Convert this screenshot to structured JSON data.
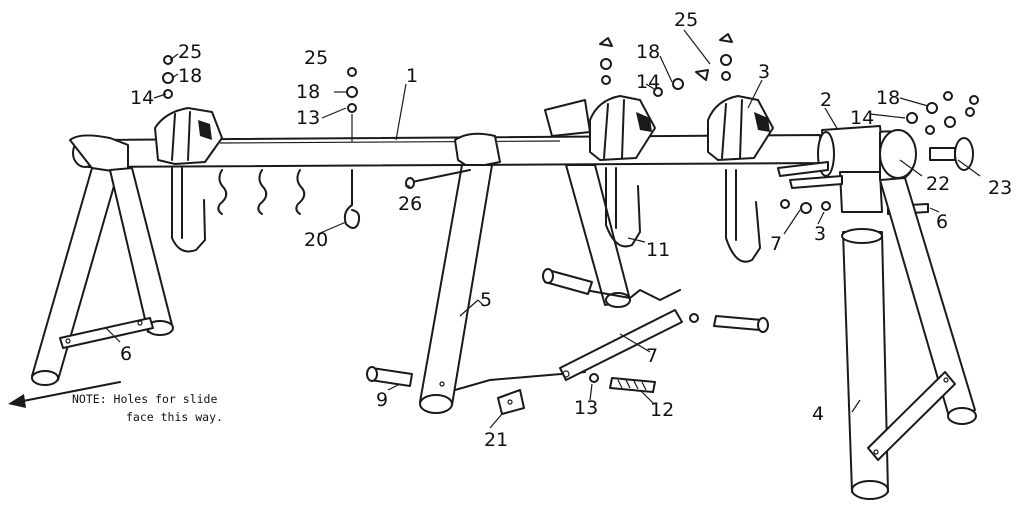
{
  "diagram": {
    "note": {
      "line1": "NOTE:  Holes for slide",
      "line2": "face this way."
    },
    "part_labels": {
      "p1": "1",
      "p2": "2",
      "p3a": "3",
      "p3b": "3",
      "p4": "4",
      "p5": "5",
      "p6a": "6",
      "p6b": "6",
      "p7a": "7",
      "p7b": "7",
      "p9": "9",
      "p11": "11",
      "p12": "12",
      "p13a": "13",
      "p13b": "13",
      "p14a": "14",
      "p14b": "14",
      "p14c": "14",
      "p18a": "18",
      "p18b": "18",
      "p18c": "18",
      "p18d": "18",
      "p20": "20",
      "p21": "21",
      "p22": "22",
      "p23": "23",
      "p25a": "25",
      "p25b": "25",
      "p25c": "25",
      "p26": "26"
    }
  }
}
